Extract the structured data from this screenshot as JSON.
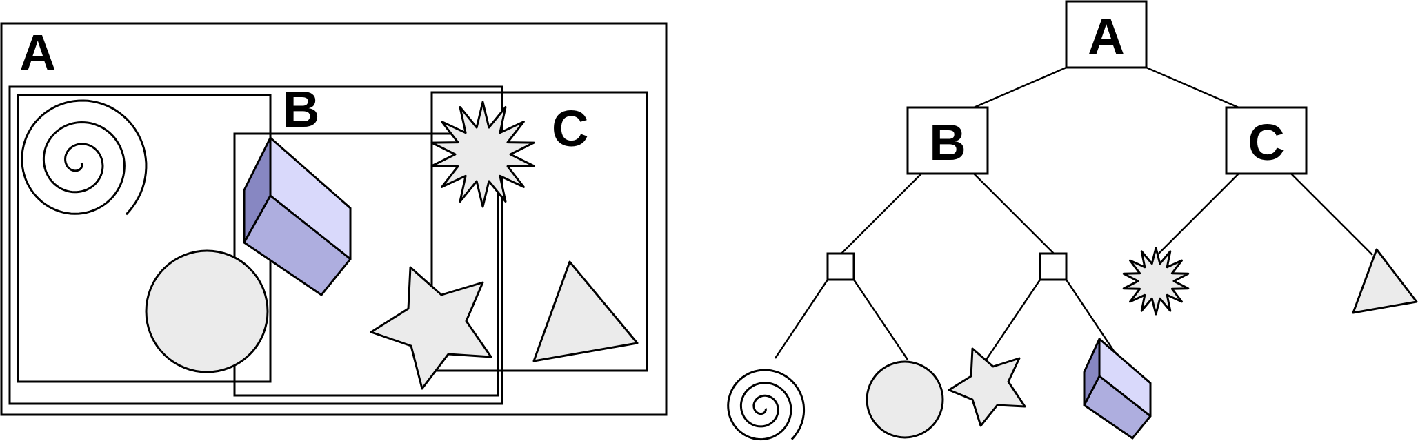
{
  "labels": {
    "a": "A",
    "b": "B",
    "c": "C"
  },
  "colors": {
    "shape_fill": "#ebebeb",
    "prism_top": "#d9d9fb",
    "prism_front": "#aeaedf",
    "prism_side": "#8787c2",
    "stroke": "#000000",
    "background": "#ffffff"
  }
}
